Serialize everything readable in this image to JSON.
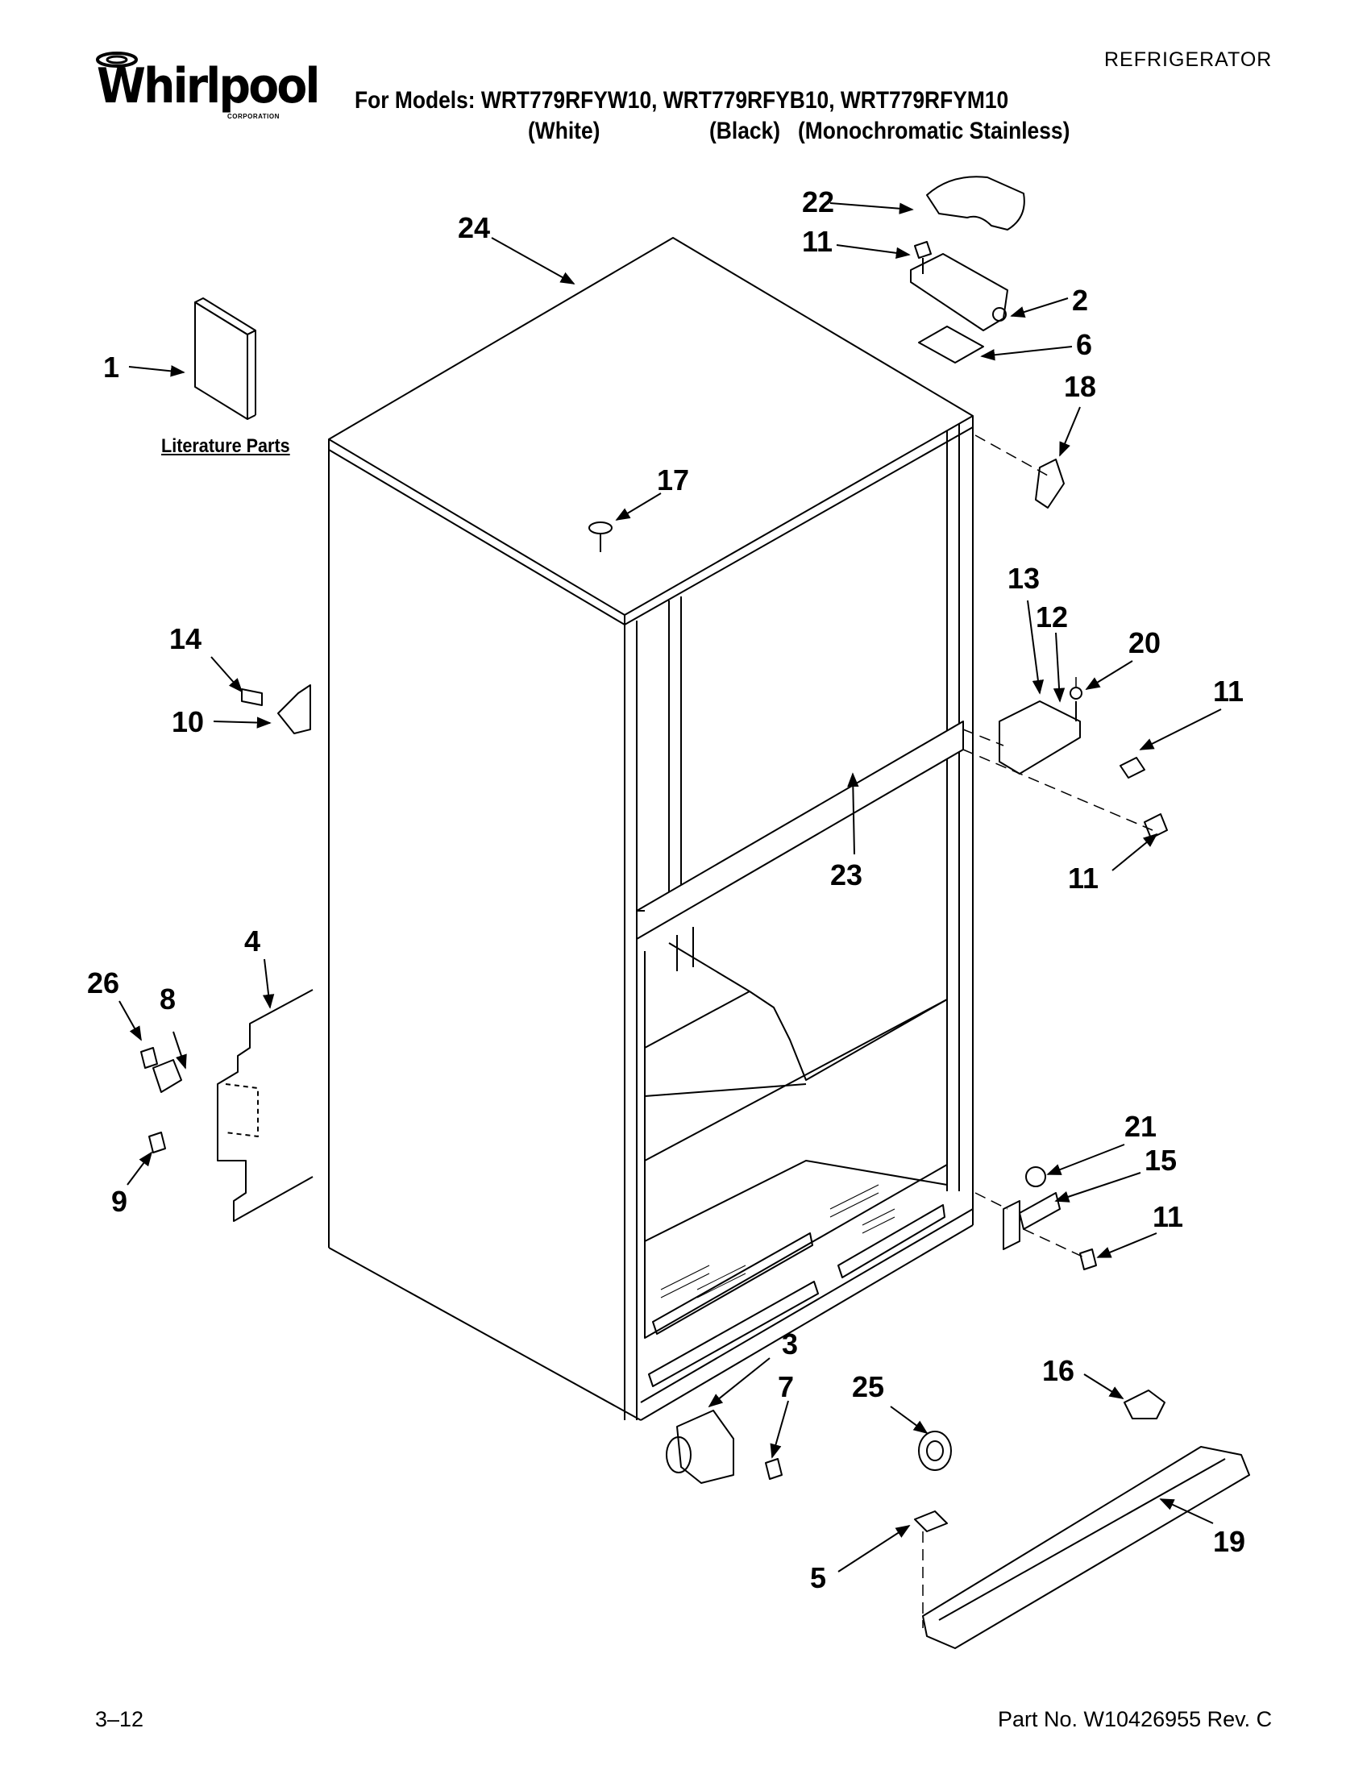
{
  "header": {
    "brand": "Whirlpool",
    "brand_sub": "CORPORATION",
    "category": "REFRIGERATOR",
    "models_line": "For Models: WRT779RFYW10, WRT779RFYB10, WRT779RFYM10",
    "variants": [
      "(White)",
      "(Black)",
      "(Monochromatic Stainless)"
    ]
  },
  "labels": {
    "literature": "Literature Parts"
  },
  "callouts": [
    "1",
    "2",
    "3",
    "4",
    "5",
    "6",
    "7",
    "8",
    "9",
    "10",
    "11",
    "11",
    "11",
    "11",
    "12",
    "13",
    "14",
    "15",
    "16",
    "17",
    "18",
    "19",
    "20",
    "21",
    "22",
    "23",
    "24",
    "25",
    "26"
  ],
  "footer": {
    "page": "3–12",
    "part_no": "Part No. W10426955 Rev. C"
  },
  "colors": {
    "ink": "#000000",
    "paper": "#ffffff"
  },
  "icons": [
    "whirlpool-logo-icon",
    "arrow-icon"
  ]
}
